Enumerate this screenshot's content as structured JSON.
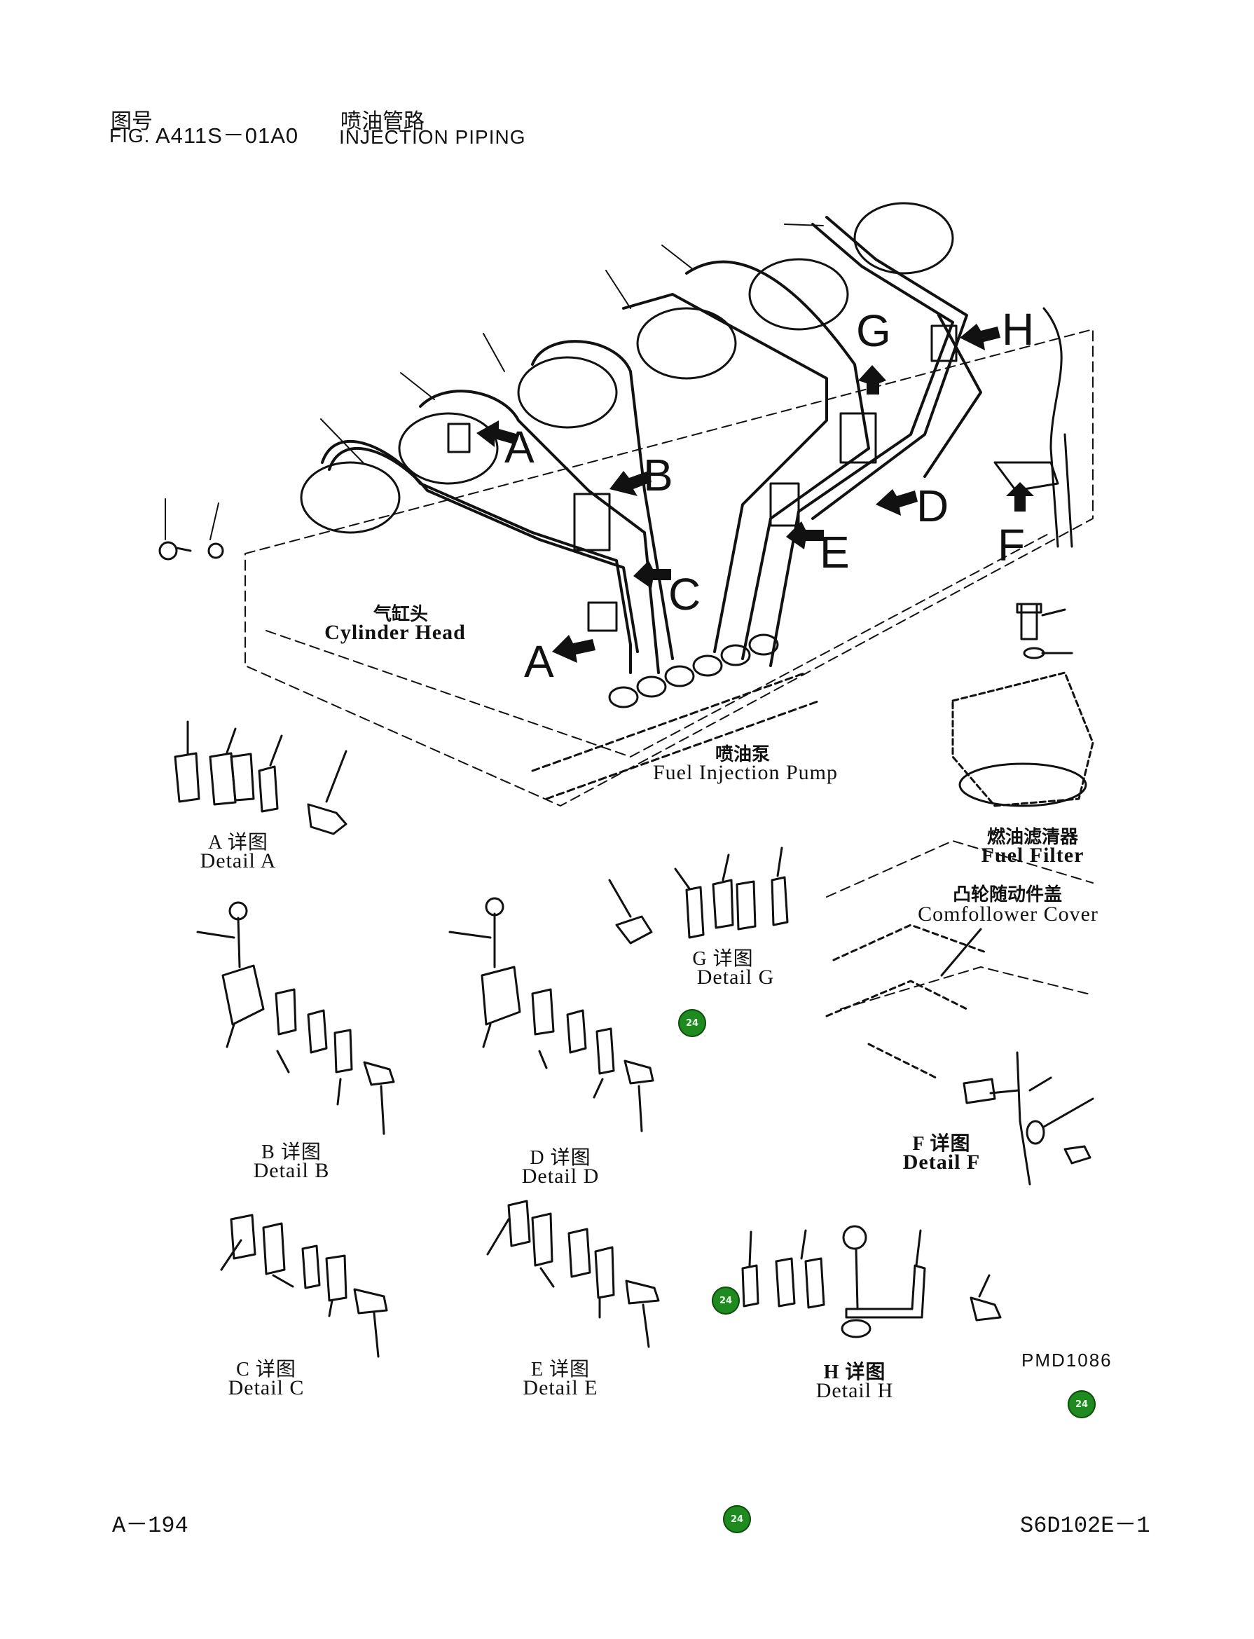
{
  "header": {
    "fig_label_cn": "图号",
    "fig_label_en": "FIG.",
    "fig_number": "A411S－01A0",
    "title_cn": "喷油管路",
    "title_en": "INJECTION PIPING"
  },
  "callouts": {
    "a1": "A",
    "a2": "A",
    "b": "B",
    "c": "C",
    "d": "D",
    "e": "E",
    "f": "F",
    "g": "G",
    "h": "H"
  },
  "labels": {
    "cylinder_head_cn": "气缸头",
    "cylinder_head_en": "Cylinder Head",
    "fuel_pump_cn": "喷油泵",
    "fuel_pump_en": "Fuel Injection Pump",
    "fuel_filter_cn": "燃油滤清器",
    "fuel_filter_en": "Fuel Filter",
    "cam_cover_cn": "凸轮随动件盖",
    "cam_cover_en": "Comfollower Cover"
  },
  "details": {
    "a_cn": "A 详图",
    "a_en": "Detail A",
    "b_cn": "B 详图",
    "b_en": "Detail B",
    "c_cn": "C 详图",
    "c_en": "Detail C",
    "d_cn": "D 详图",
    "d_en": "Detail D",
    "e_cn": "E 详图",
    "e_en": "Detail E",
    "f_cn": "F 详图",
    "f_en": "Detail F",
    "g_cn": "G 详图",
    "g_en": "Detail G",
    "h_cn": "H 详图",
    "h_en": "Detail H"
  },
  "drawing_code": "PMD1086",
  "badges": {
    "b1": "24",
    "b2": "24",
    "b3": "24",
    "b4": "24"
  },
  "footer": {
    "page": "A－194",
    "model": "S6D102E－1"
  },
  "colors": {
    "ink": "#111111",
    "badge": "#1f8a1f",
    "paper": "#ffffff"
  }
}
